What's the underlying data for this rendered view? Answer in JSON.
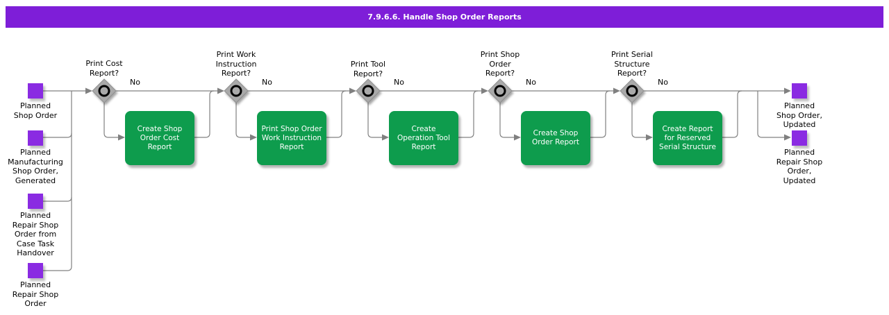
{
  "title": "7.9.6.6. Handle Shop Order Reports",
  "colors": {
    "header_purple": "#7E1ED8",
    "purple": "#8A2BE2",
    "green": "#0E9C4D",
    "line_gray": "#808080",
    "diamond_gray": "#A9A9A9",
    "diamond_border": "#8f8f8f"
  },
  "inputs": [
    {
      "label": "Planned\nShop Order"
    },
    {
      "label": "Planned\nManufacturing\nShop Order,\nGenerated"
    },
    {
      "label": "Planned\nRepair Shop\nOrder from\nCase Task\nHandover"
    },
    {
      "label": "Planned\nRepair Shop\nOrder"
    }
  ],
  "decisions": [
    {
      "question": "Print Cost\nReport?",
      "no_label": "No"
    },
    {
      "question": "Print Work\nInstruction\nReport?",
      "no_label": "No"
    },
    {
      "question": "Print Tool\nReport?",
      "no_label": "No"
    },
    {
      "question": "Print Shop\nOrder\nReport?",
      "no_label": "No"
    },
    {
      "question": "Print Serial\nStructure\nReport?",
      "no_label": "No"
    }
  ],
  "tasks": [
    {
      "label": "Create Shop\nOrder Cost\nReport"
    },
    {
      "label": "Print Shop Order\nWork Instruction\nReport"
    },
    {
      "label": "Create\nOperation Tool\nReport"
    },
    {
      "label": "Create Shop\nOrder Report"
    },
    {
      "label": "Create Report\nfor Reserved\nSerial Structure"
    }
  ],
  "outputs": [
    {
      "label": "Planned\nShop Order,\nUpdated"
    },
    {
      "label": "Planned\nRepair Shop\nOrder,\nUpdated"
    }
  ]
}
